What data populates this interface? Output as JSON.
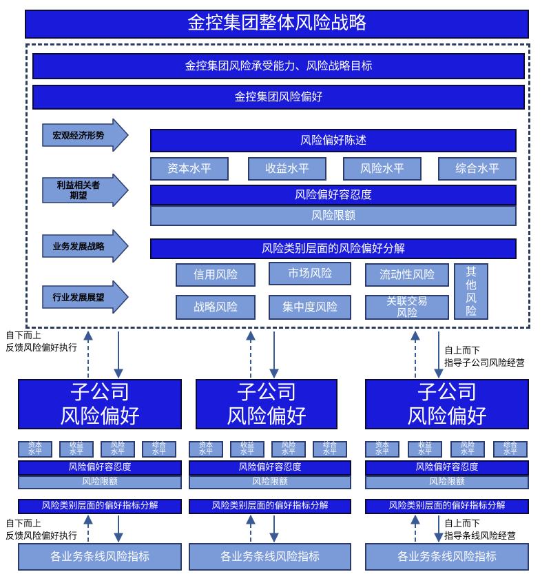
{
  "title": "金控集团整体风险战略",
  "group": {
    "strategy_target": "金控集团风险承受能力、风险战略目标",
    "appetite": "金控集团风险偏好"
  },
  "drivers": [
    {
      "text": "宏观经济形势"
    },
    {
      "text": "利益相关者\n期望"
    },
    {
      "text": "业务发展战略"
    },
    {
      "text": "行业发展展望"
    }
  ],
  "statement": "风险偏好陈述",
  "levels": [
    "资本水平",
    "收益水平",
    "风险水平",
    "综合水平"
  ],
  "tolerance": "风险偏好容忍度",
  "limits": "风险限额",
  "decomposition": "风险类别层面的风险偏好分解",
  "risk_types": {
    "credit": "信用风险",
    "market": "市场风险",
    "liquidity": "流动性风险",
    "strategic": "战略风险",
    "concentration": "集中度风险",
    "related": "关联交易\n风险",
    "other": "其\n他\n风\n险"
  },
  "feedback_labels": {
    "bottom_up_1": "自下而上\n反馈风险偏好执行",
    "top_down_1": "自上而下\n指导子公司风险经营",
    "bottom_up_2": "自下而上\n反馈风险偏好执行",
    "top_down_2": "自上而下\n指导条线风险经营"
  },
  "subsidiary": {
    "line1": "子公司",
    "line2": "风险偏好",
    "levels": [
      "资本\n水平",
      "收益\n水平",
      "风险\n水平",
      "综合\n水平"
    ],
    "tolerance": "风险偏好容忍度",
    "limits": "风险限额",
    "decomposition": "风险类别层面的偏好指标分解",
    "indicators": "各业务条线风险指标"
  },
  "colors": {
    "dark_blue": "#1a1adb",
    "light_blue": "#7b9bd8",
    "frame": "#2a3a5e",
    "arrow_fill": "#7b9bd8"
  }
}
